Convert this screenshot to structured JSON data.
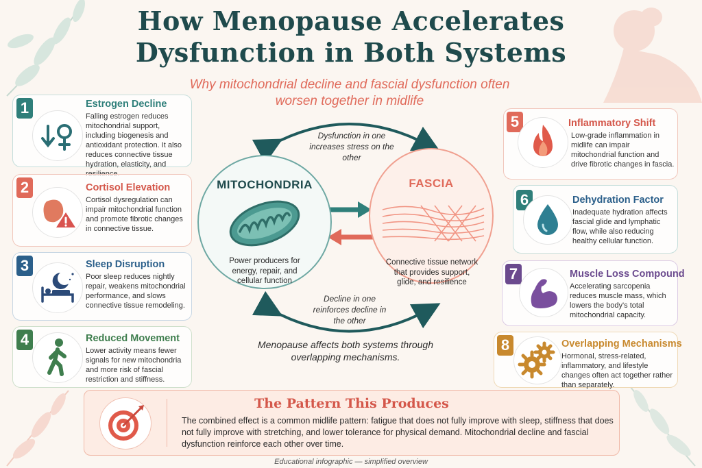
{
  "title_line1": "How Menopause Accelerates",
  "title_line2": "Dysfunction in Both Systems",
  "subtitle": "Why mitochondrial decline and fascial dysfunction often worsen together in midlife",
  "colors": {
    "title": "#1f4a4c",
    "accent_coral": "#e06a5a",
    "teal": "#2f7f7a",
    "blue": "#2b5f8a",
    "green": "#3f7e4e",
    "purple": "#6b4a8e",
    "gold": "#c8892e"
  },
  "left_factors": [
    {
      "num": "1",
      "title": "Estrogen Decline",
      "icon": "estrogen-down-icon",
      "body": "Falling estrogen reduces mitochondrial support, including biogenesis and antioxidant protection. It also reduces connective tissue hydration, elasticity, and resilience."
    },
    {
      "num": "2",
      "title": "Cortisol Elevation",
      "icon": "adrenal-warning-icon",
      "body": "Cortisol dysregulation can impair mitochondrial function and promote fibrotic changes in connective tissue."
    },
    {
      "num": "3",
      "title": "Sleep Disruption",
      "icon": "sleep-bed-icon",
      "body": "Poor sleep reduces nightly repair, weakens mitochondrial performance, and slows connective tissue remodeling."
    },
    {
      "num": "4",
      "title": "Reduced Movement",
      "icon": "walking-person-icon",
      "body": "Lower activity means fewer signals for new mitochondria and more risk of fascial restriction and stiffness."
    }
  ],
  "right_factors": [
    {
      "num": "5",
      "title": "Inflammatory Shift",
      "icon": "flame-icon",
      "body": "Low-grade inflammation in midlife can impair mitochondrial function and drive fibrotic changes in fascia."
    },
    {
      "num": "6",
      "title": "Dehydration Factor",
      "icon": "water-drop-icon",
      "body": "Inadequate hydration affects fascial glide and lymphatic flow, while also reducing healthy cellular function."
    },
    {
      "num": "7",
      "title": "Muscle Loss Compound",
      "icon": "flexed-arm-icon",
      "body": "Accelerating sarcopenia reduces muscle mass, which lowers the body's total mitochondrial capacity."
    },
    {
      "num": "8",
      "title": "Overlapping Mechanisms",
      "icon": "gears-icon",
      "body": "Hormonal, stress-related, inflammatory, and lifestyle changes often act together rather than separately."
    }
  ],
  "center": {
    "mito_title": "MITOCHONDRIA",
    "mito_body": "Power producers for energy, repair, and cellular function",
    "fascia_title": "FASCIA",
    "fascia_body": "Connective tissue network that provides support, glide, and resilience",
    "top_arc_label": "Dysfunction in one increases stress on the other",
    "bottom_arc_label": "Decline in one reinforces decline in the other",
    "caption": "Menopause affects both systems through overlapping mechanisms."
  },
  "pattern": {
    "title": "The Pattern This Produces",
    "body": "The combined effect is a common midlife pattern: fatigue that does not fully improve with sleep, stiffness that does not fully improve with stretching, and lower tolerance for physical demand. Mitochondrial decline and fascial dysfunction reinforce each other over time."
  },
  "footer": "Educational infographic — simplified overview"
}
